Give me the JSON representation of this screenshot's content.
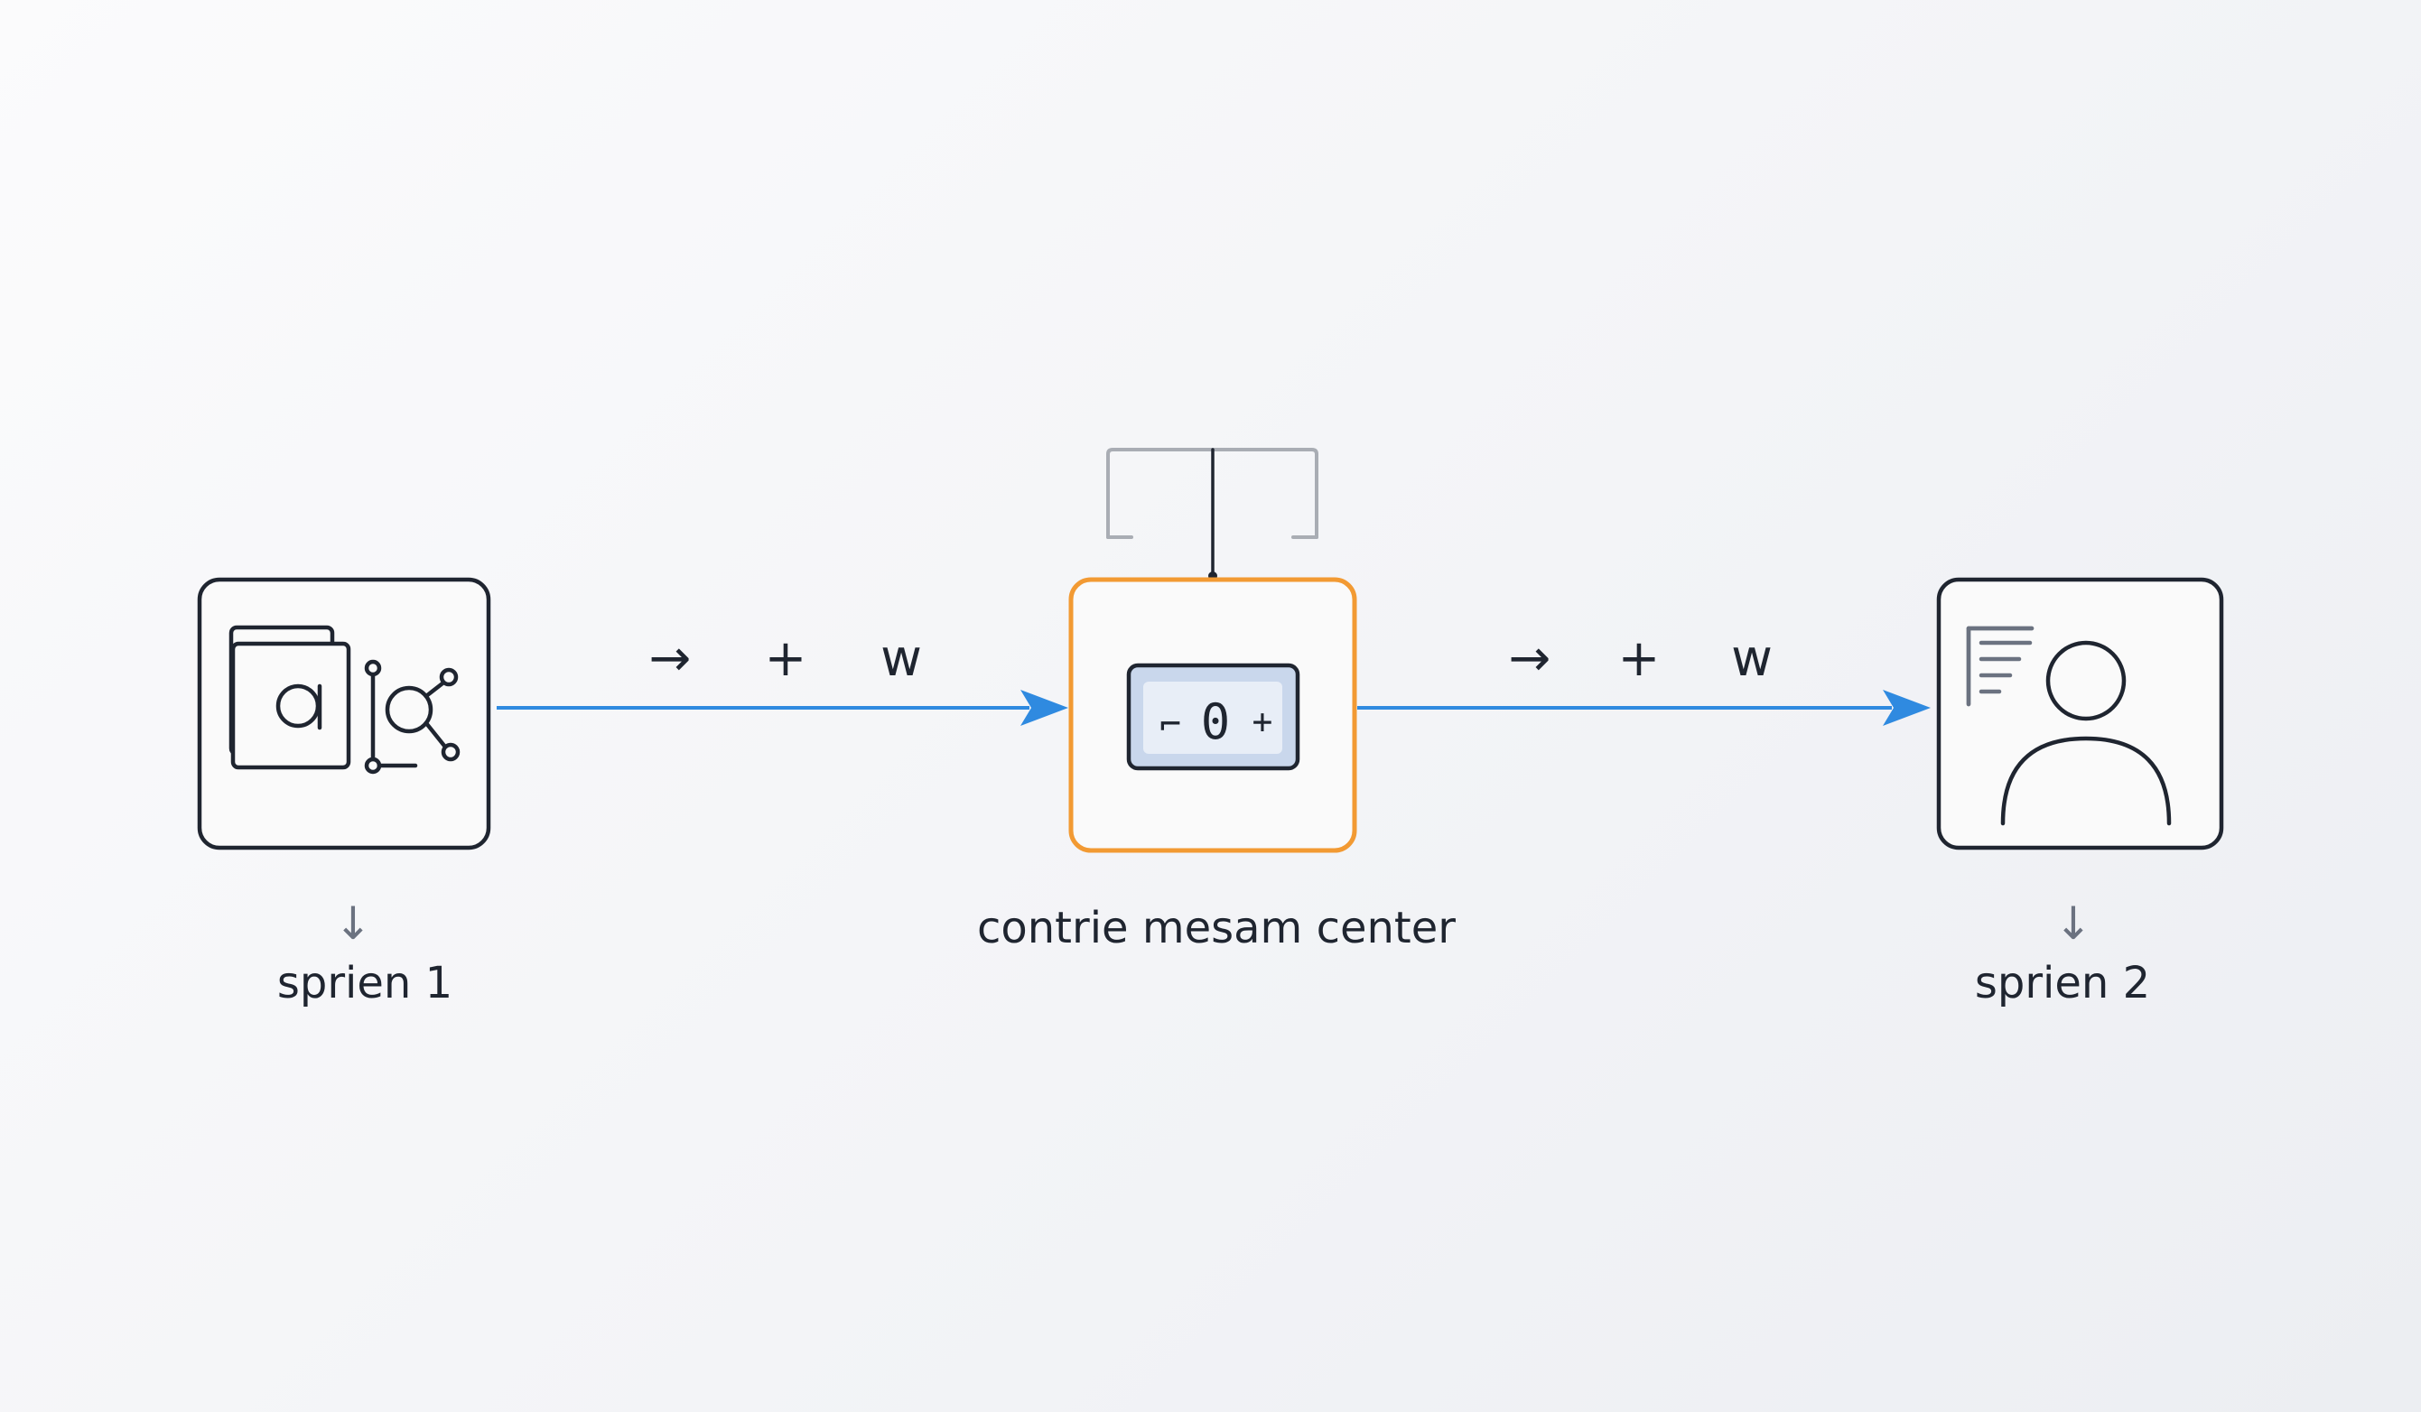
{
  "colors": {
    "ink": "#1f2530",
    "muted": "#6b7280",
    "flow_line": "#2f8ae0",
    "center_border": "#f29a33",
    "node_fill": "#fafafa",
    "display_fill": "#c9d7ec",
    "display_inner": "#e8eef7",
    "bracket_stroke": "#a9adb4"
  },
  "nodes": [
    {
      "id": "source",
      "label": "sprien 1",
      "icon": "document-network-icon",
      "down_arrow": "↓"
    },
    {
      "id": "center",
      "label": "contrie mesam center",
      "icon": "display-panel-icon"
    },
    {
      "id": "target",
      "label": "sprien 2",
      "icon": "user-profile-icon",
      "down_arrow": "↓"
    }
  ],
  "center_display": {
    "left_glyph": "⌐",
    "value": "0",
    "right_glyph": "+"
  },
  "connectors": [
    {
      "from": "source",
      "to": "center",
      "glyphs": [
        "→",
        "+",
        "w"
      ]
    },
    {
      "from": "center",
      "to": "target",
      "glyphs": [
        "→",
        "+",
        "w"
      ]
    }
  ]
}
